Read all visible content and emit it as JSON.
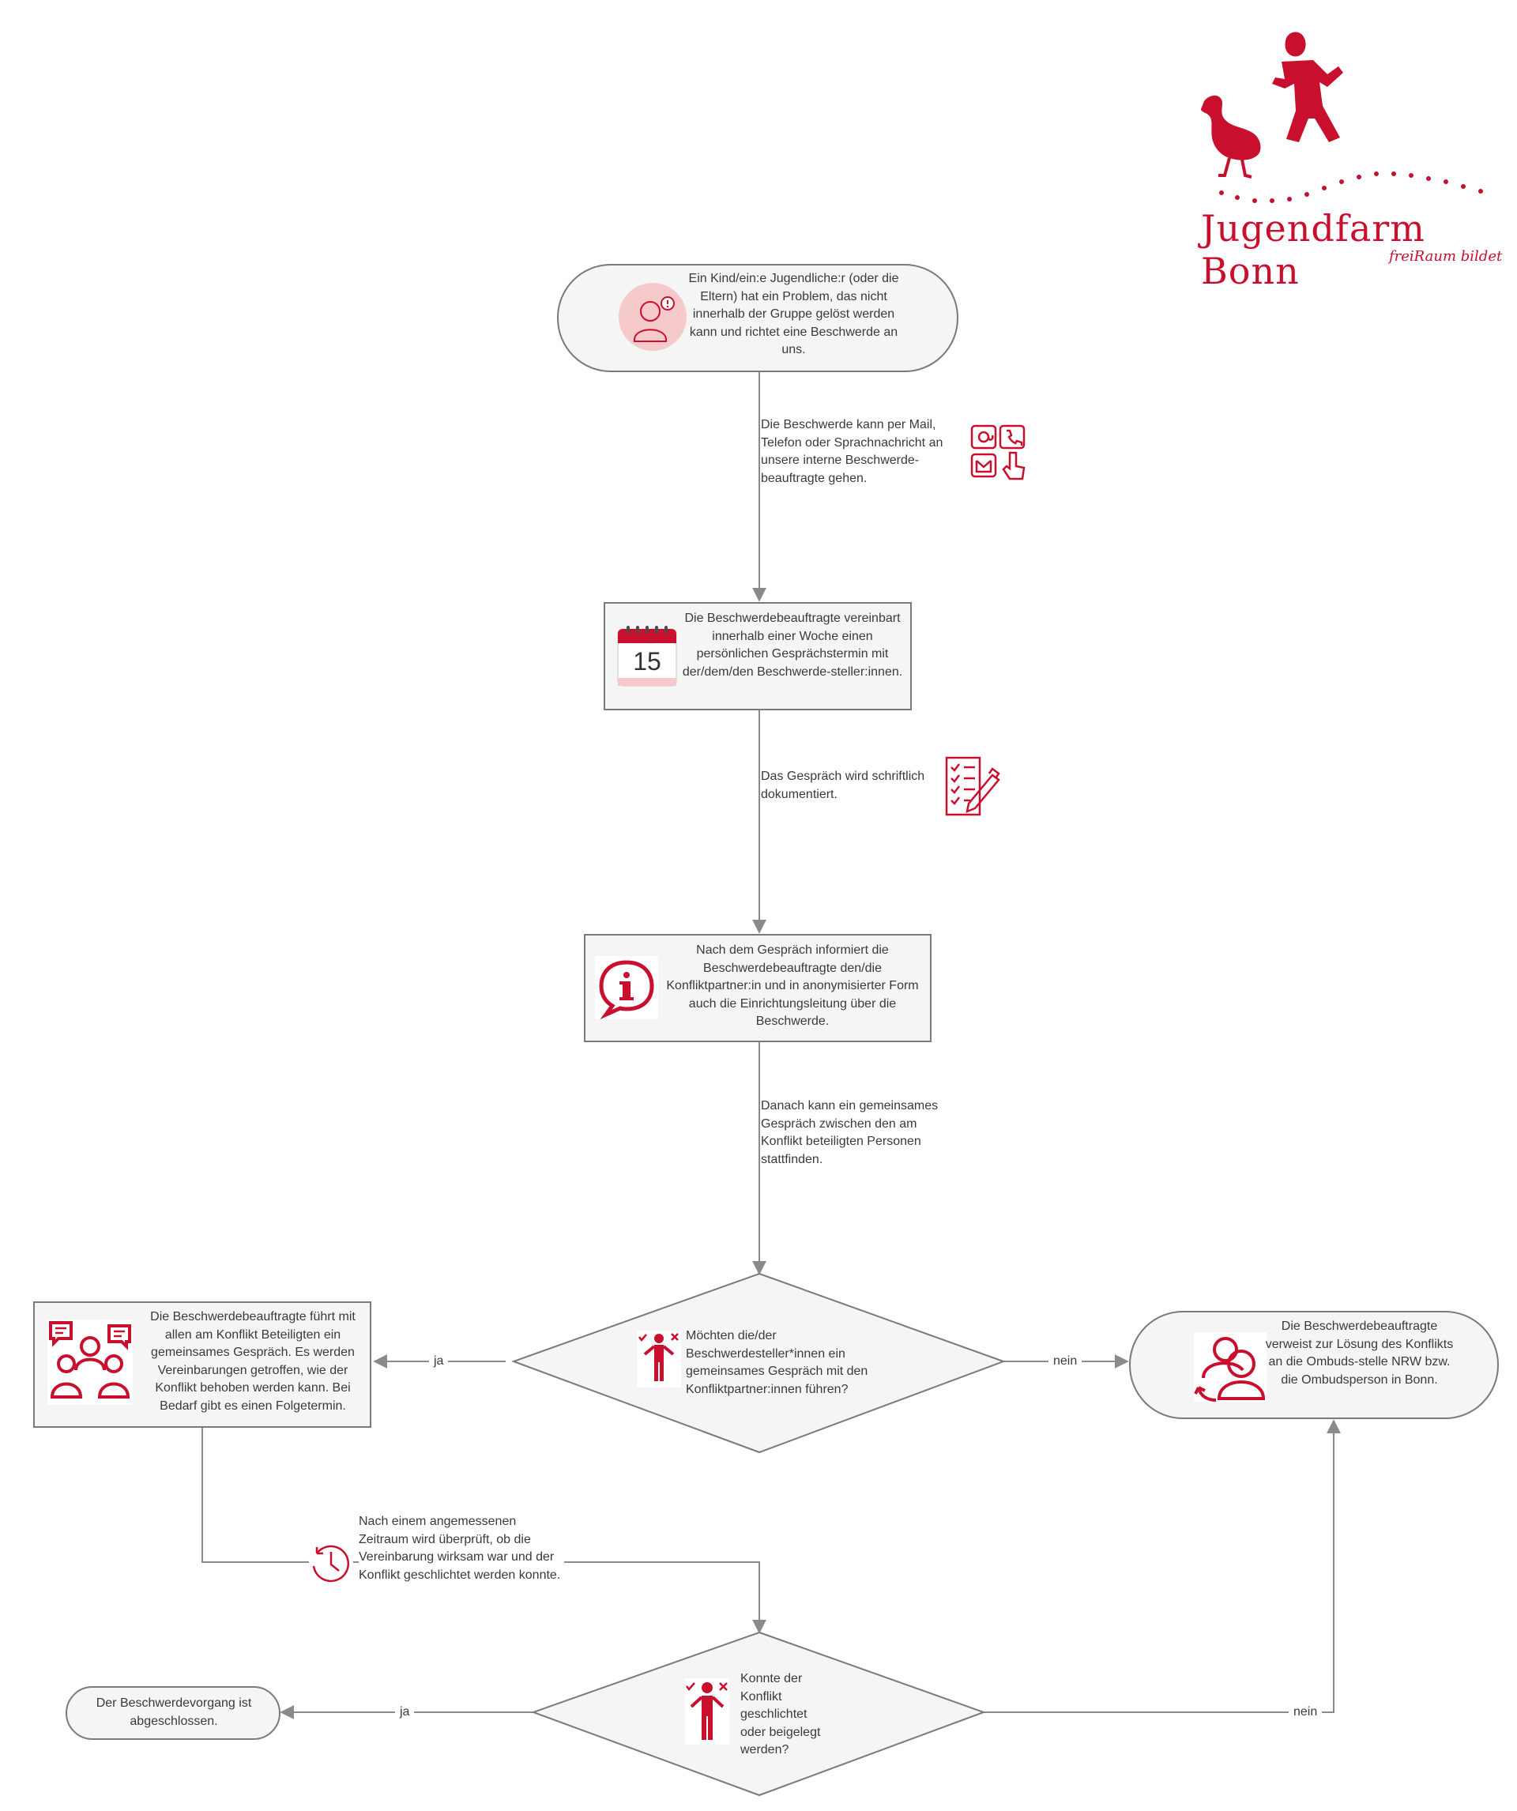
{
  "colors": {
    "accent": "#c8102e",
    "node_fill": "#f5f5f5",
    "node_stroke": "#7a7a7a",
    "edge": "#8a8a8a"
  },
  "logo": {
    "name": "Jugendfarm Bonn",
    "tagline": "freiRaum bildet"
  },
  "nodes": {
    "start": {
      "text": "Ein Kind/ein:e Jugendliche:r  (oder die Eltern) hat ein Problem, das nicht innerhalb der Gruppe gelöst werden kann und richtet eine Beschwerde an uns.",
      "icon": "person-exclamation-icon"
    },
    "appointment": {
      "text": "Die Beschwerdebeauftragte vereinbart innerhalb einer Woche einen persönlichen Gesprächstermin mit der/dem/den Beschwerde-steller:innen.",
      "icon": "calendar-icon",
      "calendar_day": "15"
    },
    "inform": {
      "text": "Nach dem Gespräch informiert die Beschwerdebeauftragte den/die Konfliktpartner:in und in anonymisierter Form auch die Einrichtungsleitung über die Beschwerde.",
      "icon": "info-bubble-icon"
    },
    "decision1": {
      "text": "Möchten die/der Beschwerdesteller*innen ein gemeinsames Gespräch mit den Konfliktpartner:innen führen?",
      "icon": "decision-person-icon"
    },
    "joint_talk": {
      "text": "Die Beschwerdebeauftragte führt mit allen am Konflikt Beteiligten ein gemeinsames Gespräch. Es werden Vereinbarungen getroffen, wie der Konflikt behoben werden kann. Bei Bedarf gibt es einen Folgetermin.",
      "icon": "group-chat-icon"
    },
    "ombuds": {
      "text": "Die Beschwerdebeauftragte verweist zur Lösung des Konflikts an die Ombuds-stelle NRW bzw. die Ombudsperson in Bonn.",
      "icon": "users-refer-icon"
    },
    "decision2": {
      "text": "Konnte der Konflikt geschlichtet oder beigelegt werden?",
      "icon": "decision-person-icon"
    },
    "end": {
      "text": "Der Beschwerdevorgang ist abgeschlossen."
    }
  },
  "edges": {
    "e1": {
      "text": "Die Beschwerde kann per Mail, Telefon oder Sprachnachricht an unsere interne Beschwerde-beauftragte gehen.",
      "icon": "contact-channels-icon"
    },
    "e2": {
      "text": "Das Gespräch wird schriftlich dokumentiert.",
      "icon": "document-pen-icon"
    },
    "e3": {
      "text": "Danach kann ein gemeinsames Gespräch zwischen den am Konflikt beteiligten Personen stattfinden."
    },
    "e4": {
      "text": "Nach einem angemessenen Zeitraum wird überprüft, ob die Vereinbarung wirksam war und der Konflikt geschlichtet werden konnte.",
      "icon": "clock-icon"
    },
    "yes_label": "ja",
    "no_label": "nein"
  }
}
